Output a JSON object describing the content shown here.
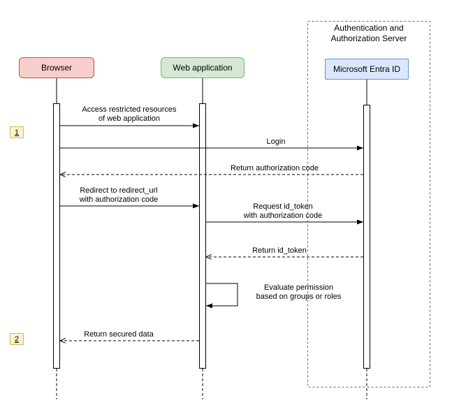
{
  "diagram": {
    "boundary": {
      "title_line1": "Authentication and",
      "title_line2": "Authorization Server"
    },
    "actors": {
      "browser": {
        "label": "Browser"
      },
      "web_app": {
        "label": "Web application"
      },
      "entra": {
        "label": "Microsoft Entra ID"
      }
    },
    "steps": {
      "badge1": "1",
      "badge2": "2"
    },
    "messages": {
      "access": {
        "line1": "Access restricted resources",
        "line2": "of web application"
      },
      "login": {
        "line1": "Login"
      },
      "return_auth_code": {
        "line1": "Return authorization code"
      },
      "redirect": {
        "line1": "Redirect to redirect_url",
        "line2": "with authorization code"
      },
      "request_token": {
        "line1": "Request id_token",
        "line2": "with authorization code"
      },
      "return_id_token": {
        "line1": "Return id_token"
      },
      "evaluate": {
        "line1": "Evaluate permission",
        "line2": "based on groups or roles"
      },
      "return_secured": {
        "line1": "Return secured data"
      }
    },
    "colors": {
      "browser_fill": "#f8cecc",
      "browser_stroke": "#b85450",
      "web_app_fill": "#d5e8d4",
      "web_app_stroke": "#82b366",
      "entra_fill": "#dae8fc",
      "entra_stroke": "#6c8ebf",
      "badge_fill": "#fff2cc",
      "badge_stroke": "#d6b656",
      "line": "#000000",
      "boundary_stroke": "#666666",
      "activation_fill": "#ffffff"
    }
  }
}
